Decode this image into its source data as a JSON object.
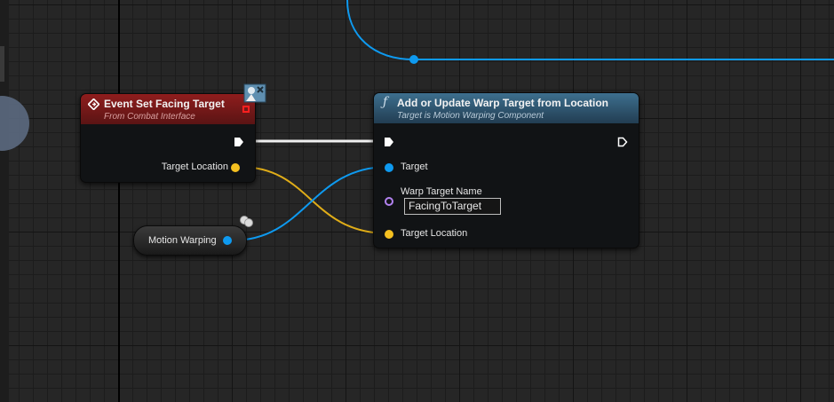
{
  "event_node": {
    "title": "Event Set Facing Target",
    "subtitle": "From Combat Interface",
    "icon": "event-diamond-icon",
    "header_color": "#8f1d1d",
    "output_pin_label": "Target Location"
  },
  "function_node": {
    "title": "Add or Update Warp Target from Location",
    "subtitle": "Target is Motion Warping Component",
    "icon": "function-f-icon",
    "header_color": "#3d6f8e",
    "pins": {
      "target_label": "Target",
      "warp_target_name_label": "Warp Target Name",
      "warp_target_name_value": "FacingToTarget",
      "target_location_label": "Target Location"
    }
  },
  "variable_node": {
    "label": "Motion Warping"
  },
  "pin_colors": {
    "object": "#0e9af0",
    "vector": "#f5c020",
    "name": "#b282f0",
    "exec": "#ffffff"
  }
}
